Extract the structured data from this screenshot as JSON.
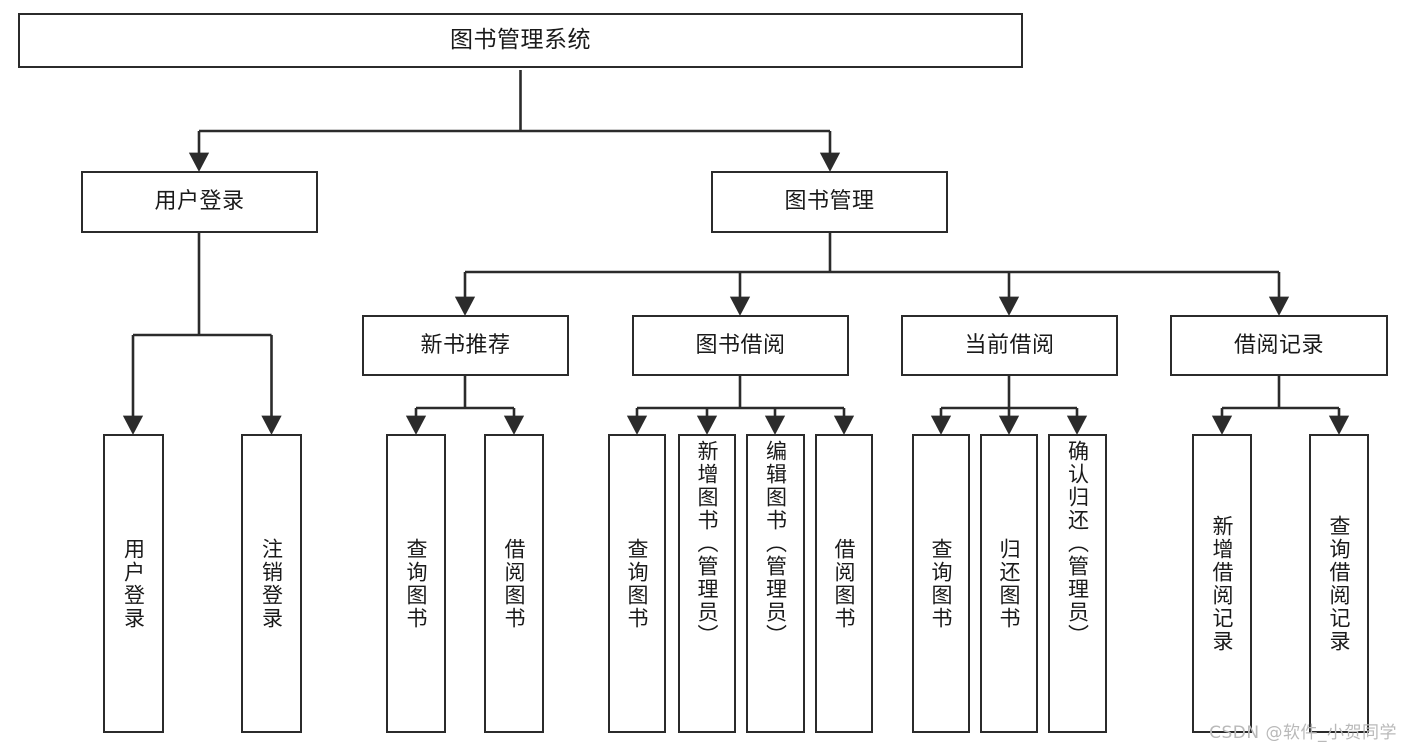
{
  "diagram": {
    "title": "图书管理系统",
    "type": "tree-hierarchy",
    "root": {
      "id": "root",
      "label": "图书管理系统"
    },
    "level2": [
      {
        "id": "user-login",
        "label": "用户登录"
      },
      {
        "id": "book-management",
        "label": "图书管理"
      }
    ],
    "level3": [
      {
        "id": "new-book-recommend",
        "label": "新书推荐",
        "parent": "book-management"
      },
      {
        "id": "book-borrow",
        "label": "图书借阅",
        "parent": "book-management"
      },
      {
        "id": "current-borrow",
        "label": "当前借阅",
        "parent": "book-management"
      },
      {
        "id": "borrow-record",
        "label": "借阅记录",
        "parent": "book-management"
      }
    ],
    "leaves": [
      {
        "id": "leaf-user-login",
        "label": "用户登录",
        "parent": "user-login"
      },
      {
        "id": "leaf-logout-login",
        "label": "注销登录",
        "parent": "user-login"
      },
      {
        "id": "leaf-query-book-1",
        "label": "查询图书",
        "parent": "new-book-recommend"
      },
      {
        "id": "leaf-borrow-book-1",
        "label": "借阅图书",
        "parent": "new-book-recommend"
      },
      {
        "id": "leaf-query-book-2",
        "label": "查询图书",
        "parent": "book-borrow"
      },
      {
        "id": "leaf-add-book",
        "label": "新增图书（管理员）",
        "parent": "book-borrow"
      },
      {
        "id": "leaf-edit-book",
        "label": "编辑图书（管理员）",
        "parent": "book-borrow"
      },
      {
        "id": "leaf-borrow-book-2",
        "label": "借阅图书",
        "parent": "book-borrow"
      },
      {
        "id": "leaf-query-book-3",
        "label": "查询图书",
        "parent": "current-borrow"
      },
      {
        "id": "leaf-return-book",
        "label": "归还图书",
        "parent": "current-borrow"
      },
      {
        "id": "leaf-confirm-return",
        "label": "确认归还（管理员）",
        "parent": "current-borrow"
      },
      {
        "id": "leaf-add-record",
        "label": "新增借阅记录",
        "parent": "borrow-record"
      },
      {
        "id": "leaf-query-record",
        "label": "查询借阅记录",
        "parent": "borrow-record"
      }
    ],
    "watermark": "CSDN @软件_小贺同学",
    "colors": {
      "stroke": "#2b2b2b",
      "fill": "#ffffff",
      "text": "#1a1a1a",
      "watermark": "#b9b9b9"
    }
  }
}
